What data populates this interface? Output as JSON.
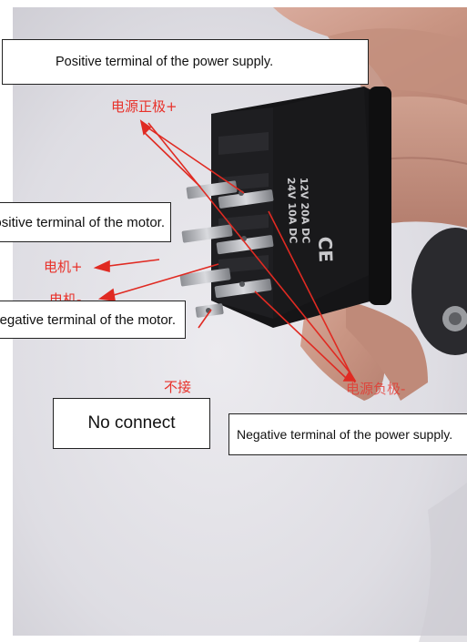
{
  "annotations": {
    "positive_supply": "Positive terminal of the power supply.",
    "positive_motor": "Positive terminal of the motor.",
    "negative_motor": "Negative terminal of the motor.",
    "no_connect": "No connect",
    "negative_supply": "Negative terminal of the power supply."
  },
  "chinese_labels": {
    "power_positive": "电源正极+",
    "motor_positive": "电机+",
    "motor_negative": "电机-",
    "no_connect": "不接",
    "power_negative": "电源负极-"
  },
  "switch_print": {
    "line1": "12V  20A DC",
    "line2": "24V  10A DC",
    "mark": "CE"
  },
  "colors": {
    "label_red": "#e8312a",
    "arrow_red": "#e02a22"
  }
}
